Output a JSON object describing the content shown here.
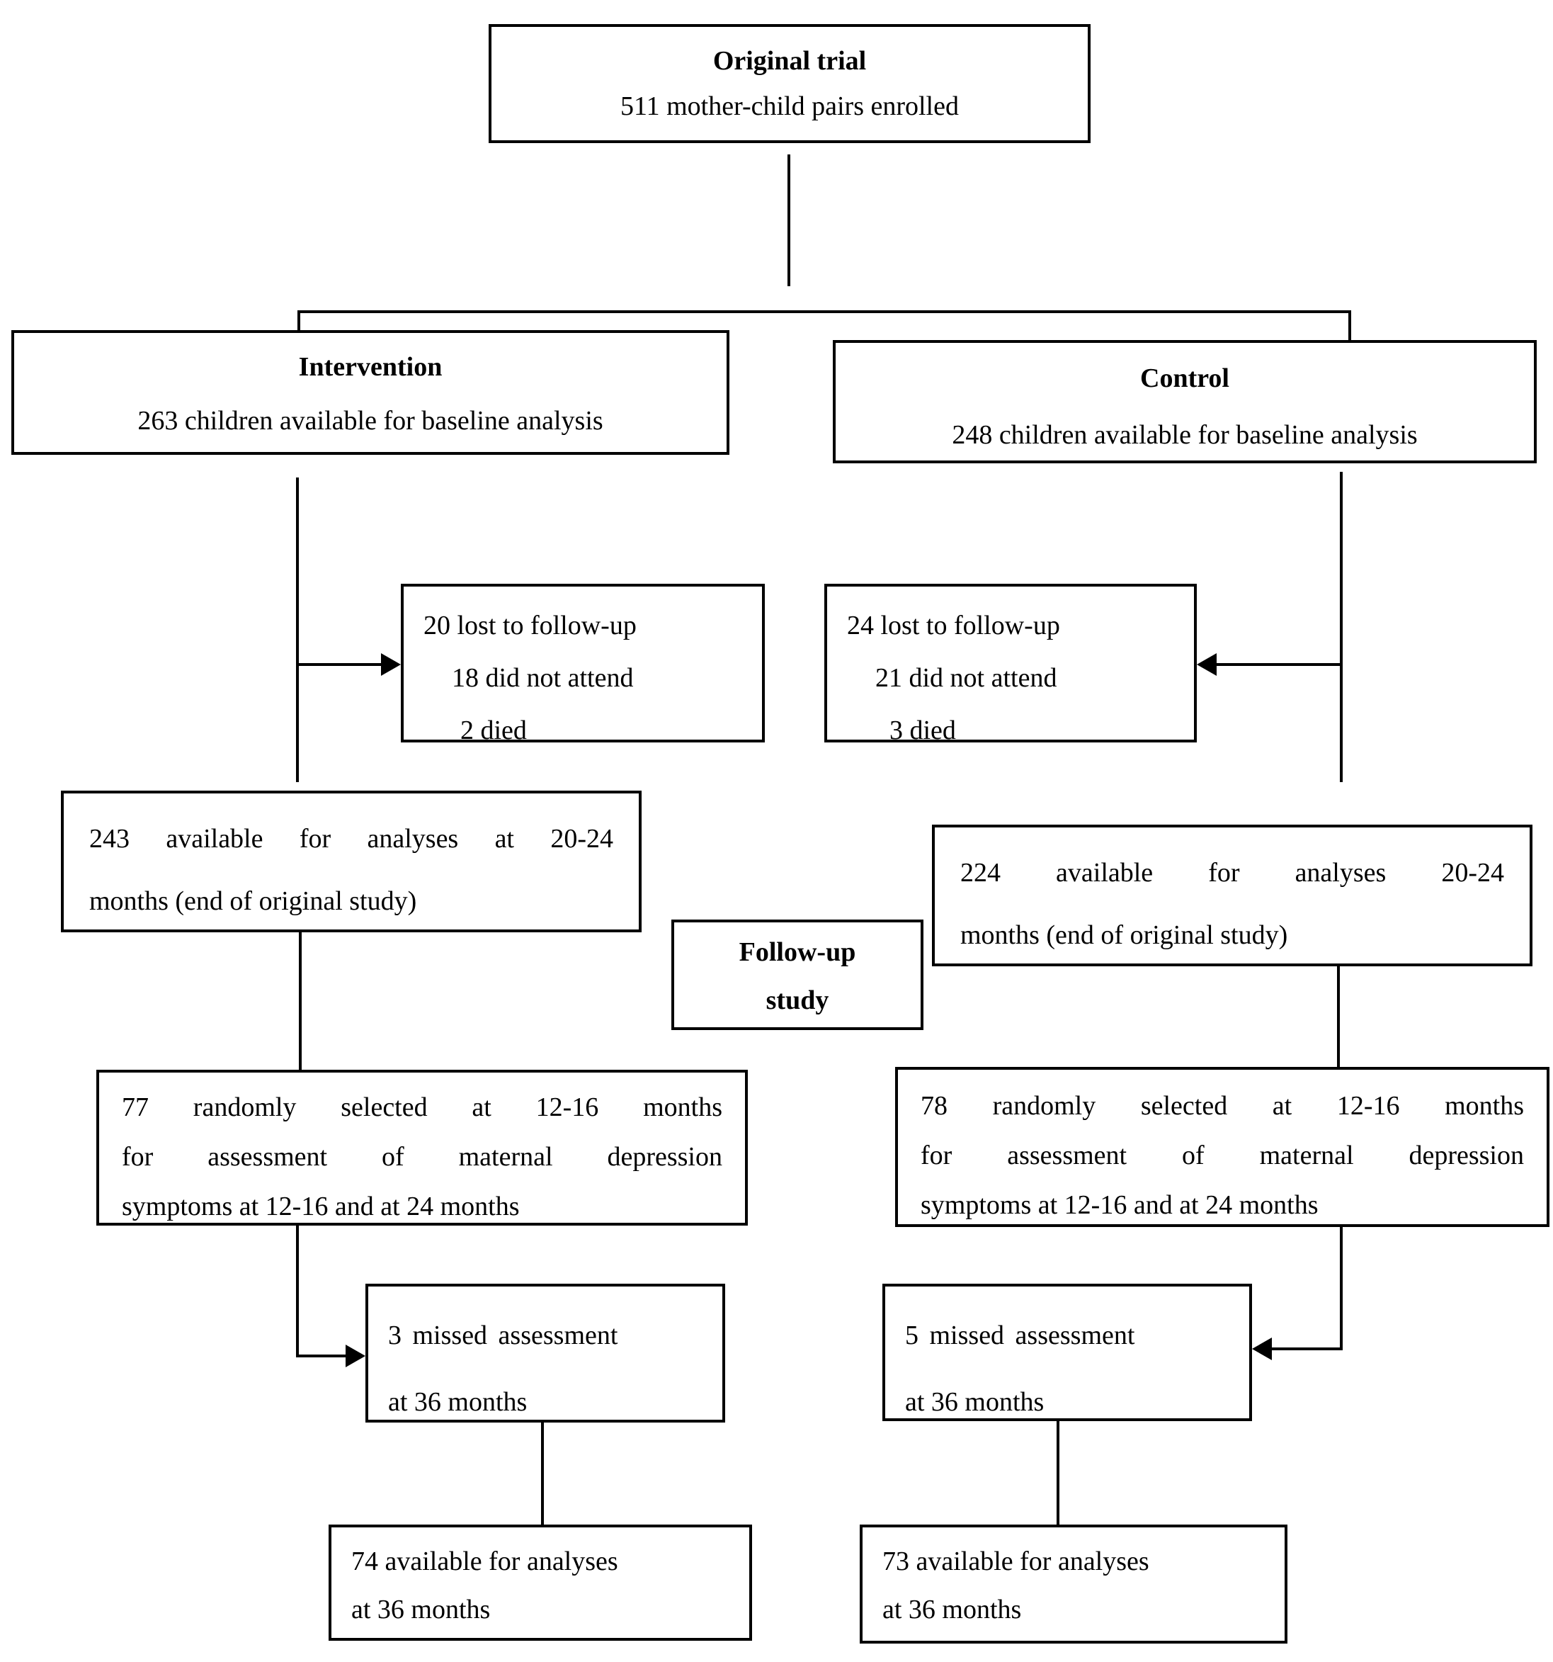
{
  "diagram_type": "study-flow-chart",
  "colors": {
    "line": "#000000",
    "text": "#000000",
    "background": "#ffffff"
  },
  "nodes": {
    "original_trial": {
      "title": "Original trial",
      "subtitle": "511 mother-child pairs enrolled"
    },
    "intervention": {
      "title": "Intervention",
      "subtitle": "263 children available for baseline analysis"
    },
    "control": {
      "title": "Control",
      "subtitle": "248 children available for baseline analysis"
    },
    "lost_intervention": {
      "line1": "20 lost to follow-up",
      "line2": "18 did not attend",
      "line3": "2 died"
    },
    "lost_control": {
      "line1": "24 lost to follow-up",
      "line2": "21 did not attend",
      "line3": "3 died"
    },
    "available_2024_intervention": {
      "line1": "243 available for analyses at 20-24",
      "line2": "months (end of original study)"
    },
    "available_2024_control": {
      "line1": "224 available for analyses 20-24",
      "line2": "months (end of original study)"
    },
    "followup_study": {
      "line1": "Follow-up",
      "line2": "study"
    },
    "selected_intervention": {
      "line1": "77 randomly selected at 12-16 months",
      "line2": "for assessment of maternal depression",
      "line3": "symptoms at 12-16 and at 24 months"
    },
    "selected_control": {
      "line1": "78 randomly selected at 12-16 months",
      "line2": "for assessment of maternal depression",
      "line3": "symptoms at 12-16 and at 24 months"
    },
    "missed_intervention": {
      "line1": "3 missed assessment",
      "line2": "at 36 months"
    },
    "missed_control": {
      "line1": "5 missed assessment",
      "line2": "at 36 months"
    },
    "available_36_intervention": {
      "line1": "74 available for analyses",
      "line2": "at 36 months"
    },
    "available_36_control": {
      "line1": "73 available for analyses",
      "line2": "at 36 months"
    }
  }
}
